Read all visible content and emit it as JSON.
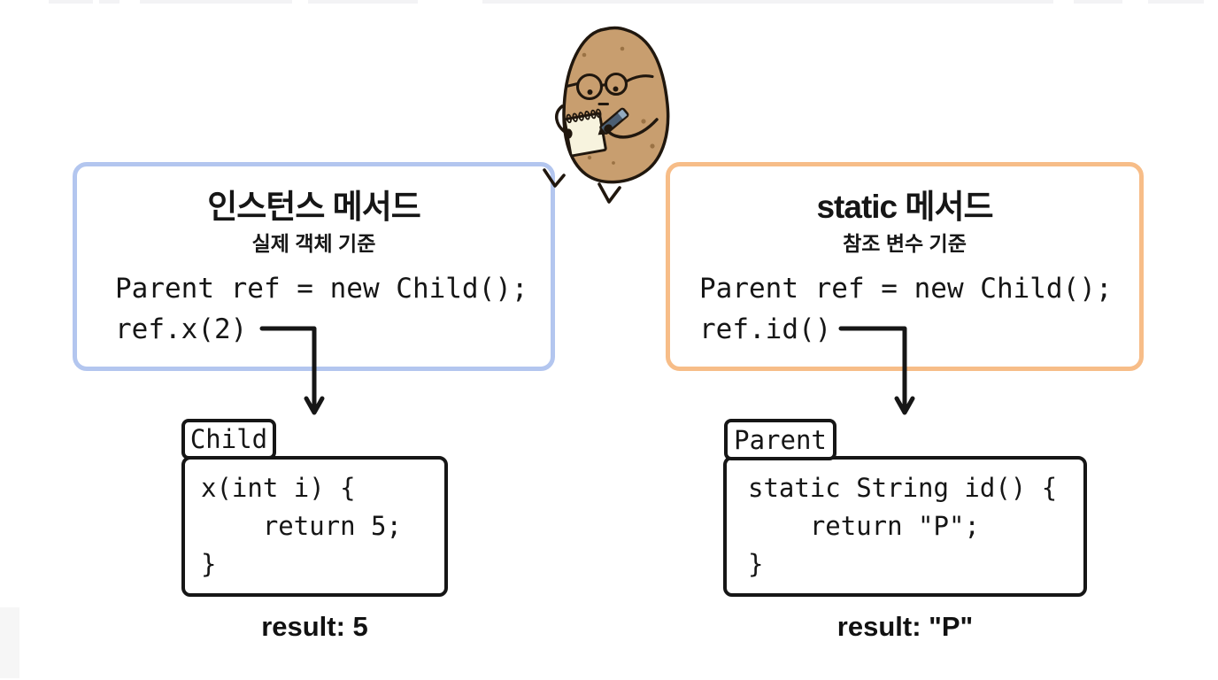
{
  "meta": {
    "background": "#ffffff",
    "ink": "#161616",
    "description": "Java instance method vs static method dispatch diagram with potato mascot"
  },
  "mascot": {
    "label": "potato character taking notes",
    "body_color": "#c89e6f",
    "spot_color": "#9a7244",
    "pad_color": "#f7f3de",
    "pen_color": "#4b5e73",
    "pen_cap_color": "#93aabf",
    "outline_color": "#20170e"
  },
  "left_panel": {
    "accent": "#b3c6ef",
    "title": "인스턴스 메서드",
    "subtitle": "실제 객체 기준",
    "code_line1": "Parent ref = new Child();",
    "code_line2": "ref.x(2)",
    "class_box": {
      "name": "Child",
      "code_line1": "x(int i) {",
      "code_line2": "    return 5;",
      "code_line3": "}"
    },
    "result": "result: 5"
  },
  "right_panel": {
    "accent": "#f7bd88",
    "title": "static 메서드",
    "subtitle": "참조 변수 기준",
    "code_line1": "Parent ref = new Child();",
    "code_line2": "ref.id()",
    "class_box": {
      "name": "Parent",
      "code_line1": "static String id() {",
      "code_line2": "    return \"P\";",
      "code_line3": "}"
    },
    "result": "result: \"P\""
  }
}
